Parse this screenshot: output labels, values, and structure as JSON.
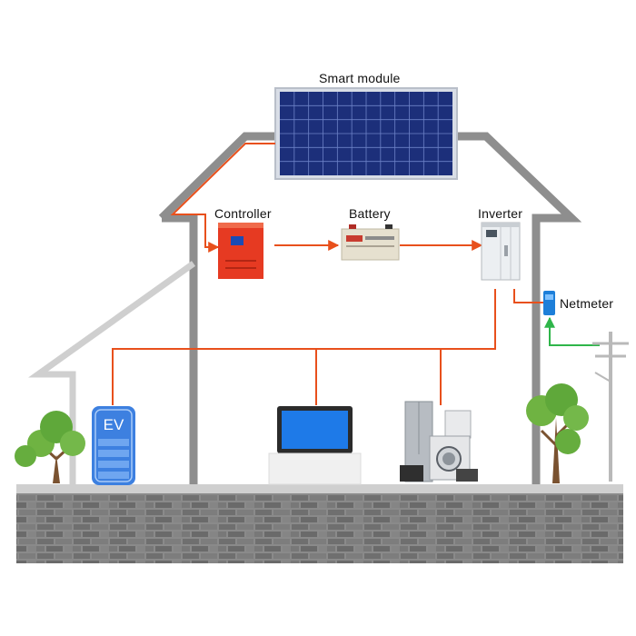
{
  "labels": {
    "smart_module": "Smart module",
    "controller": "Controller",
    "battery": "Battery",
    "inverter": "Inverter",
    "netmeter": "Netmeter",
    "ev": "EV"
  },
  "colors": {
    "house_outline": "#8e8e8e",
    "flow_line": "#e8501c",
    "grid_line": "#2fb54a",
    "panel_blue": "#1c2f7a",
    "controller_red": "#e63a22",
    "ev_blue": "#3d80e0",
    "laptop_screen": "#1e7ae8",
    "wall_gray": "#7a7a7a",
    "tree_green": "#5fa83a",
    "trunk_brown": "#7a5230"
  },
  "icons": [
    "solar-panel-icon",
    "controller-icon",
    "battery-icon",
    "inverter-icon",
    "netmeter-icon",
    "ev-charger-icon",
    "laptop-icon",
    "appliances-icon",
    "tree-icon",
    "utility-pole-icon"
  ]
}
